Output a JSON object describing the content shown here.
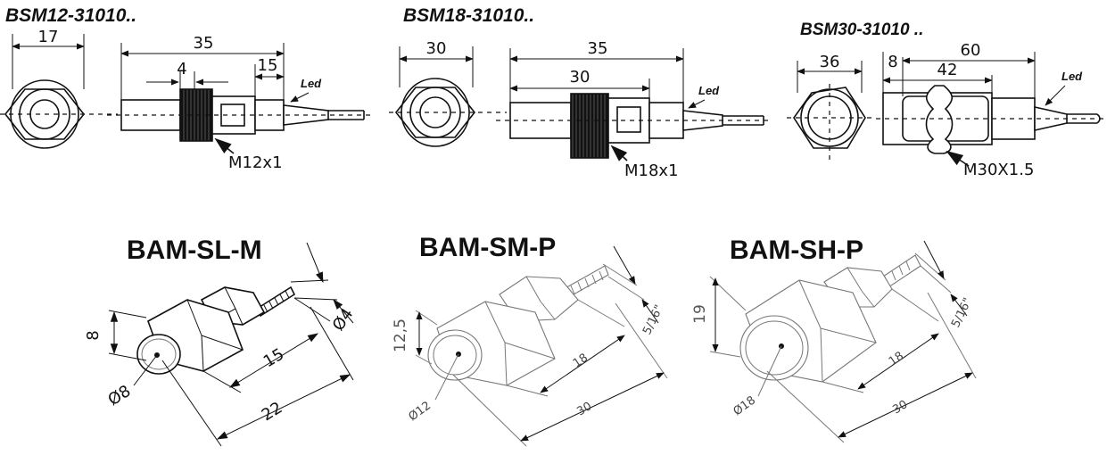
{
  "sensors": [
    {
      "title": "BSM12-31010..",
      "face_dim": "17",
      "length_dim": "35",
      "nut_dim": "4",
      "tail_dim": "15",
      "led_label": "Led",
      "thread_label": "M12x1"
    },
    {
      "title": "BSM18-31010..",
      "face_dim": "30",
      "length_dim": "35",
      "body_dim": "30",
      "led_label": "Led",
      "thread_label": "M18x1"
    },
    {
      "title": "BSM30-31010 ..",
      "face_dim": "36",
      "length_dim": "60",
      "nut_dim": "8",
      "body_dim": "42",
      "led_label": "Led",
      "thread_label": "M30X1.5"
    }
  ],
  "actuators": [
    {
      "title": "BAM-SL-M",
      "hex_dim": "8",
      "face_dia": "Ø8",
      "thread_dia": "Ø4",
      "body_len": "15",
      "total_len": "22"
    },
    {
      "title": "BAM-SM-P",
      "hex_dim": "12,5",
      "face_dia": "Ø12",
      "thread_dia": "5/16\"",
      "body_len": "18",
      "total_len": "30"
    },
    {
      "title": "BAM-SH-P",
      "hex_dim": "19",
      "face_dia": "Ø18",
      "thread_dia": "5/16\"",
      "body_len": "18",
      "total_len": "30"
    }
  ]
}
